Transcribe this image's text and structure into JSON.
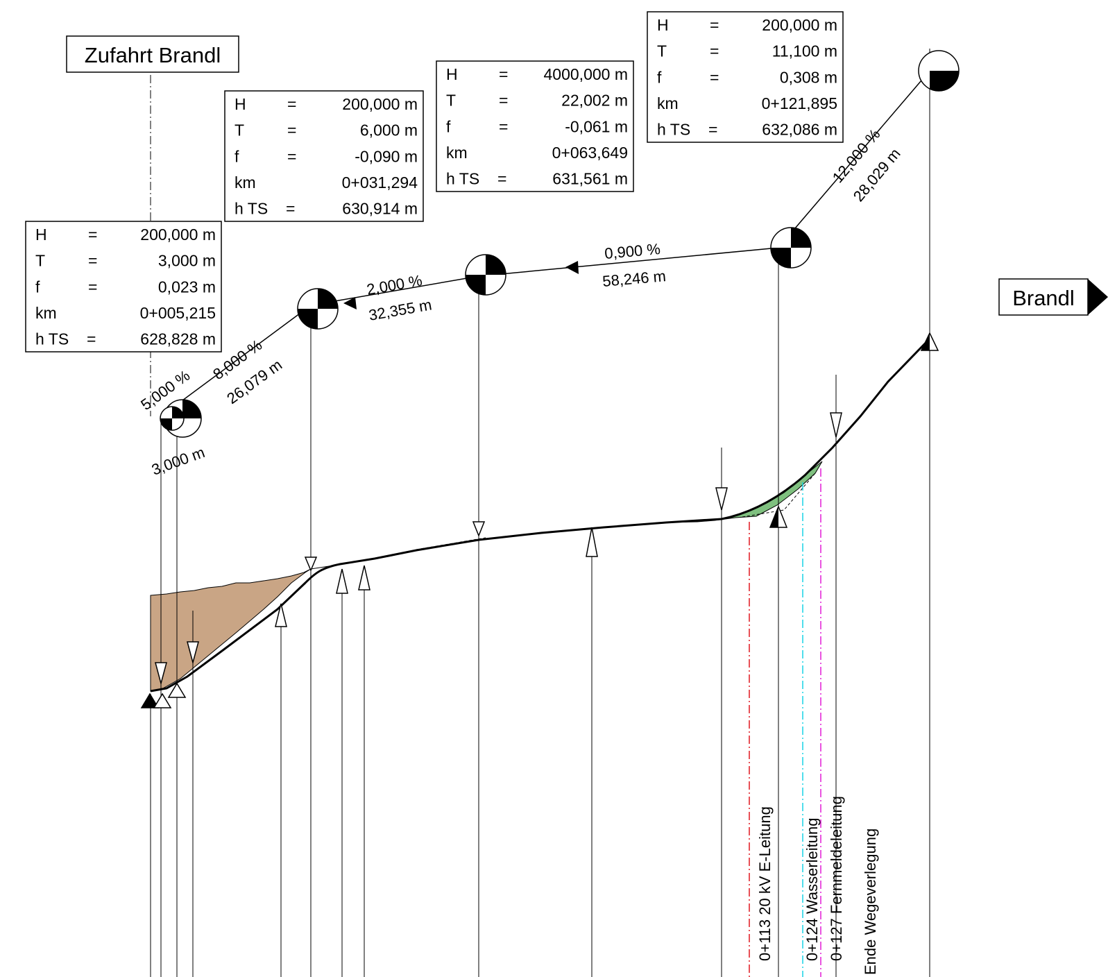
{
  "labels": {
    "start_name": "Zufahrt Brandl",
    "end_name": "Brandl"
  },
  "tangent_labels": {
    "start_grade": "5,000 %",
    "start_length": "3,000 m",
    "t1_grade": "8,000 %",
    "t1_length": "26,079 m",
    "t2_grade": "2,000 %",
    "t2_length": "32,355 m",
    "t3_grade": "0,900 %",
    "t3_length": "58,246 m",
    "t4_grade": "12,000 %",
    "t4_length": "28,029 m"
  },
  "vertical_curves": [
    {
      "H": "200,000 m",
      "T": "3,000 m",
      "f": "0,023 m",
      "km": "0+005,215",
      "hTS": "628,828 m"
    },
    {
      "H": "200,000 m",
      "T": "6,000 m",
      "f": "-0,090 m",
      "km": "0+031,294",
      "hTS": "630,914 m"
    },
    {
      "H": "4000,000 m",
      "T": "22,002 m",
      "f": "-0,061 m",
      "km": "0+063,649",
      "hTS": "631,561 m"
    },
    {
      "H": "200,000 m",
      "T": "11,100 m",
      "f": "0,308 m",
      "km": "0+121,895",
      "hTS": "632,086 m"
    }
  ],
  "row_labels": {
    "H": "H",
    "T": "T",
    "f": "f",
    "km": "km",
    "hTS": "h TS",
    "eq": "="
  },
  "crossings": [
    {
      "label": "0+113 20 kV E-Leitung",
      "color": "#e0161e"
    },
    {
      "label": "0+124 Wasserleitung",
      "color": "#17d4e6"
    },
    {
      "label": "0+127 Fernmeldeleitung",
      "color": "#e21cd6"
    },
    {
      "label": "Ende Wegeverlegung",
      "color": "#000000"
    }
  ],
  "colors": {
    "fill_area": "#c9a585",
    "cut_area": "#7fc07f",
    "line": "#000000"
  }
}
